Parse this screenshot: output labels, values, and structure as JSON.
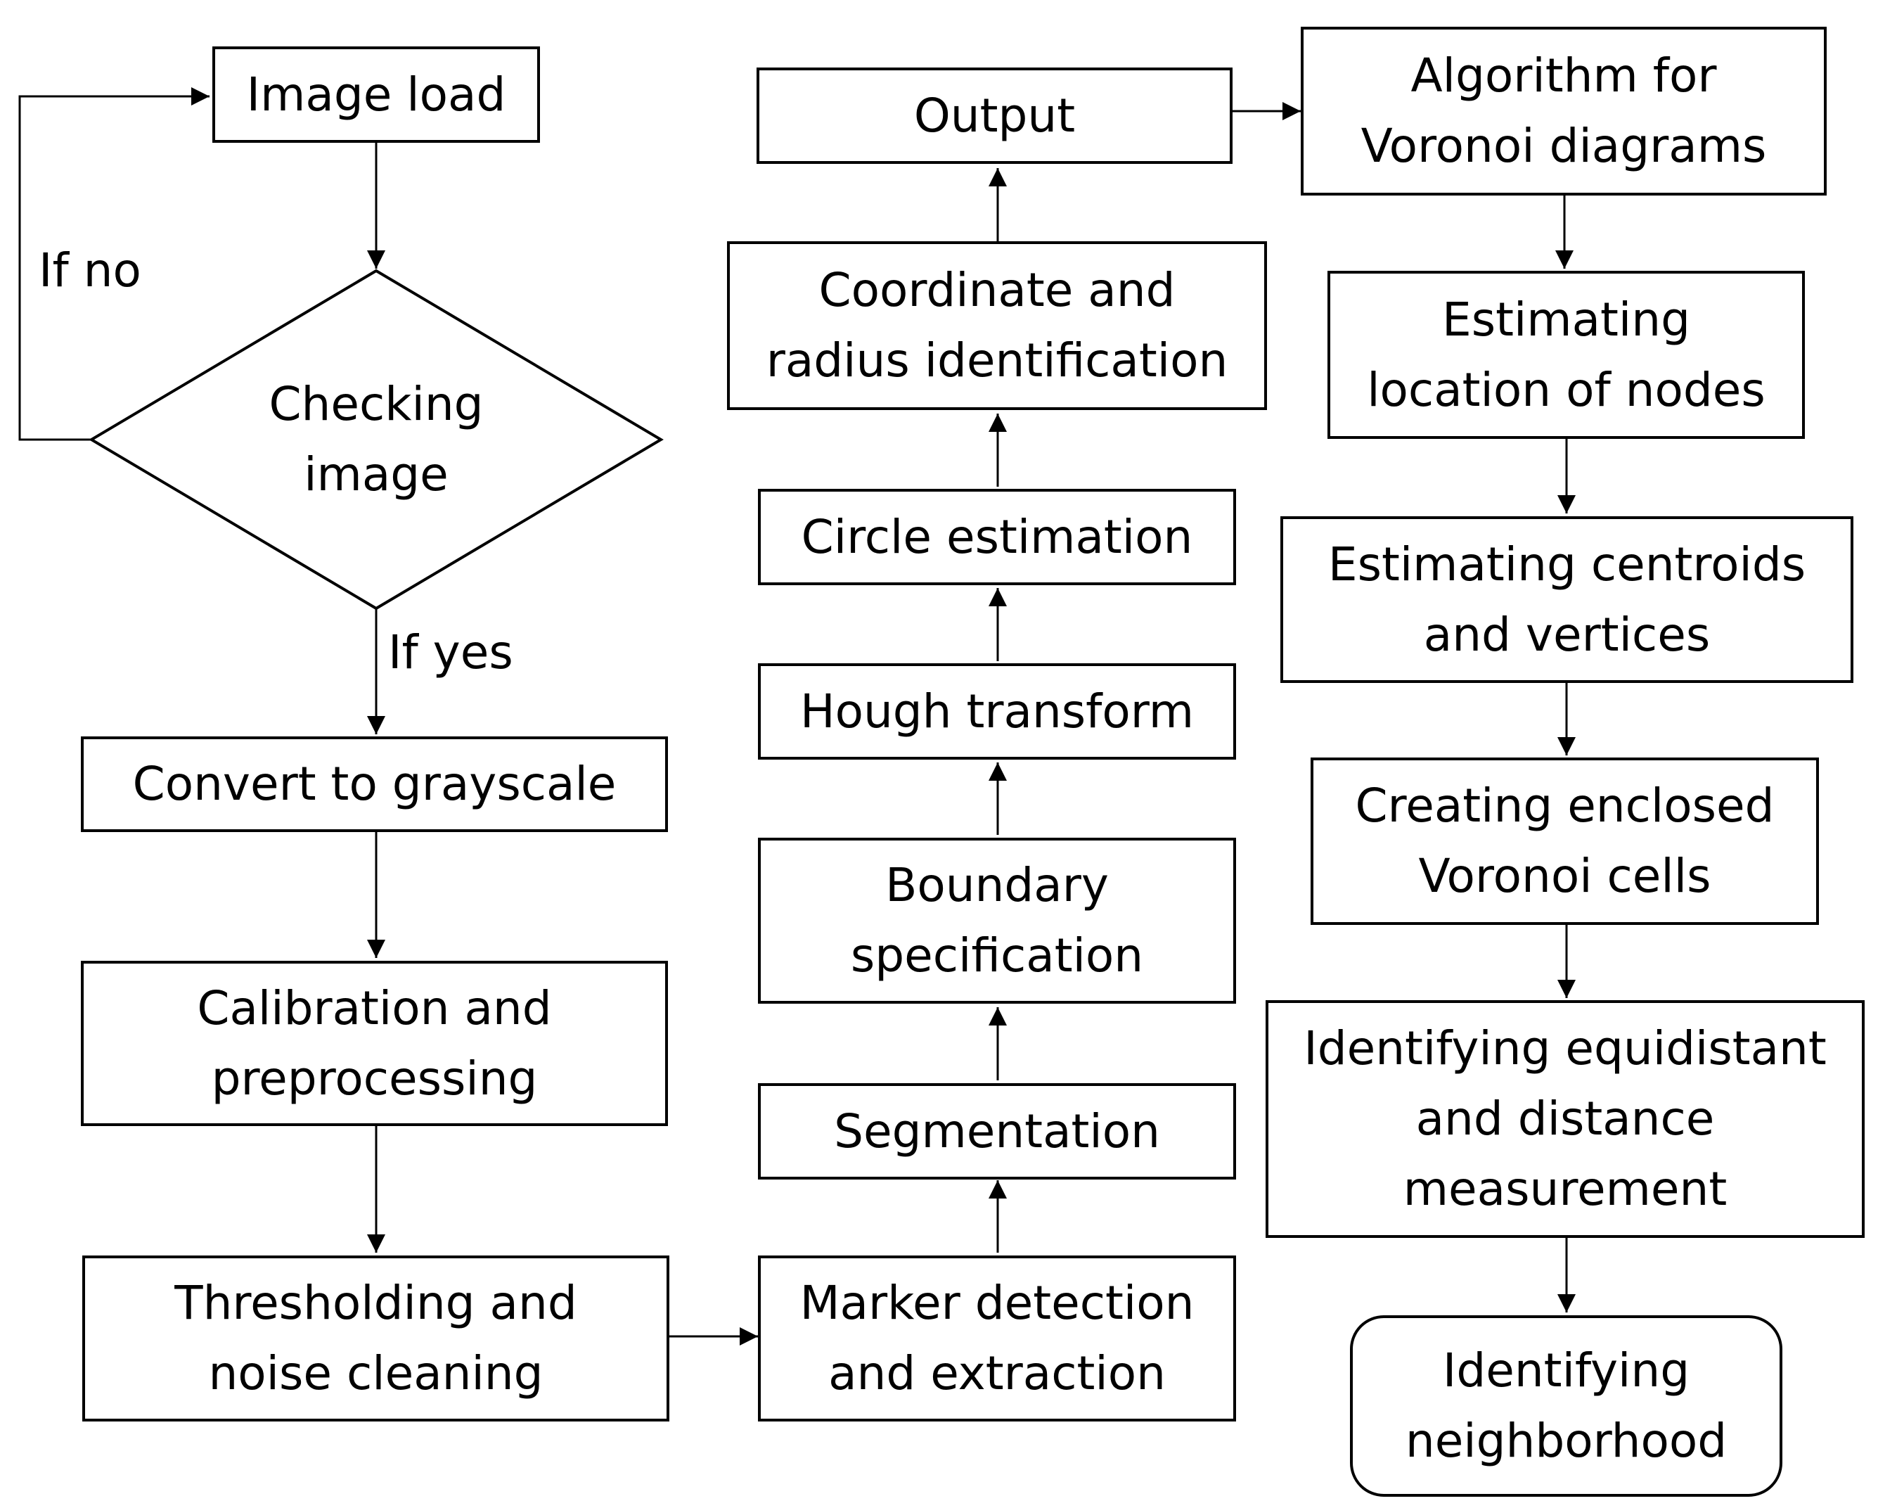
{
  "nodes": {
    "image_load": "Image load",
    "checking_image": [
      "Checking",
      "image"
    ],
    "convert_grayscale": "Convert to grayscale",
    "calibration": [
      "Calibration and",
      "preprocessing"
    ],
    "thresholding": [
      "Thresholding and",
      "noise cleaning"
    ],
    "marker_detection": [
      "Marker detection",
      "and extraction"
    ],
    "segmentation": "Segmentation",
    "boundary": [
      "Boundary",
      "specification"
    ],
    "hough": "Hough transform",
    "circle": "Circle estimation",
    "coordinate": [
      "Coordinate and",
      "radius identification"
    ],
    "output": "Output",
    "voronoi_algorithm": [
      "Algorithm for",
      "Voronoi diagrams"
    ],
    "estimating_nodes": [
      "Estimating",
      "location of nodes"
    ],
    "estimating_centroids": [
      "Estimating centroids",
      "and vertices"
    ],
    "enclosed_cells": [
      "Creating enclosed",
      "Voronoi cells"
    ],
    "equidistant": [
      "Identifying equidistant",
      "and distance",
      "measurement"
    ],
    "neighborhood": [
      "Identifying",
      "neighborhood"
    ]
  },
  "edge_labels": {
    "if_no": "If no",
    "if_yes": "If yes"
  }
}
